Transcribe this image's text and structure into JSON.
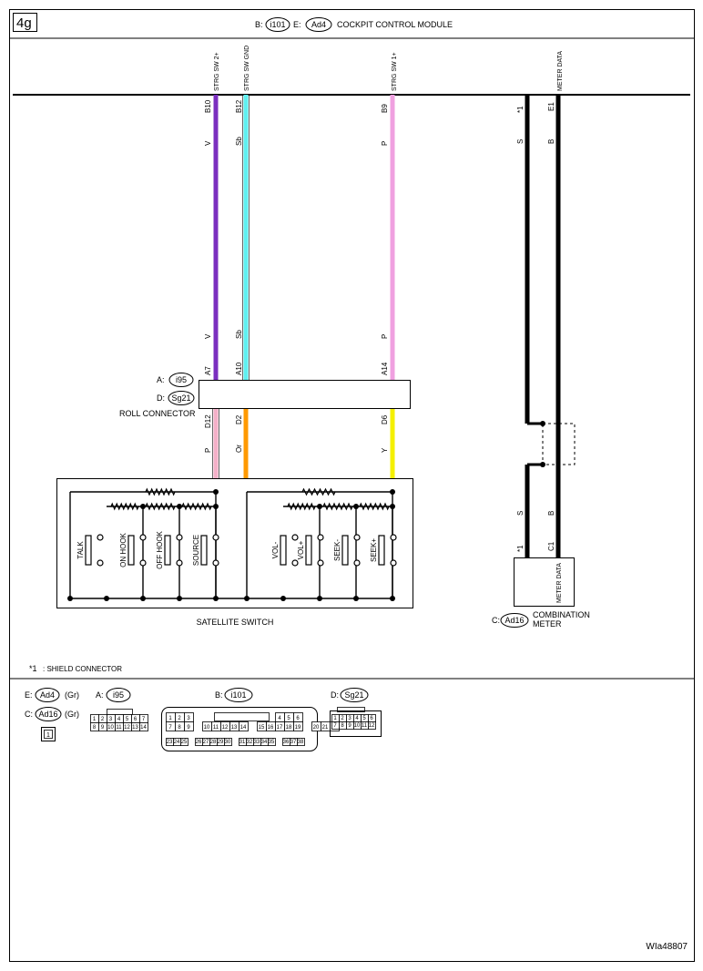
{
  "page": {
    "section": "4g",
    "figure_id": "WIa48807"
  },
  "module": {
    "prefix_b": "B:",
    "badge_b": "i101",
    "prefix_e": "E:",
    "badge_e": "Ad4",
    "name": "COCKPIT CONTROL MODULE"
  },
  "signals": {
    "strg_sw_2": "STRG SW 2+",
    "strg_sw_gnd": "STRG SW GND",
    "strg_sw_1": "STRG SW 1+",
    "meter_data": "METER DATA"
  },
  "wires": {
    "w1": {
      "pin_top": "B10",
      "color_top": "V",
      "color_mid": "V",
      "pin_roll_top": "A7",
      "pin_roll_bottom": "D12",
      "color_bottom": "P"
    },
    "w2": {
      "pin_top": "B12",
      "color_top": "Sb",
      "color_mid": "Sb",
      "pin_roll_top": "A10",
      "pin_roll_bottom": "D2",
      "color_bottom": "Or"
    },
    "w3": {
      "pin_top": "B9",
      "color_top": "P",
      "color_mid": "P",
      "pin_roll_top": "A14",
      "pin_roll_bottom": "D6",
      "color_bottom": "Y"
    },
    "shield": {
      "pin_top": "*1",
      "color_top": "S",
      "color_bottom": "S",
      "pin_bottom": "*1"
    },
    "meter": {
      "pin_top": "E1",
      "color_top": "B",
      "color_bottom": "B",
      "pin_bottom": "C1"
    }
  },
  "roll_connector": {
    "prefix_a": "A:",
    "badge_a": "i95",
    "prefix_d": "D:",
    "badge_d": "Sg21",
    "name": "ROLL CONNECTOR"
  },
  "satellite_switch": {
    "name": "SATELLITE SWITCH",
    "switches": [
      "TALK",
      "ON HOOK",
      "OFF HOOK",
      "SOURCE",
      "VOL-",
      "VOL+",
      "SEEK-",
      "SEEK+"
    ]
  },
  "combination_meter": {
    "prefix": "C:",
    "badge": "Ad16",
    "line1": "COMBINATION",
    "line2": "METER",
    "internal": "METER DATA"
  },
  "legend": {
    "symbol": "*1",
    "text": ": SHIELD CONNECTOR"
  },
  "connectors": {
    "e_prefix": "E:",
    "e_badge": "Ad4",
    "e_color": "(Gr)",
    "c_prefix": "C:",
    "c_badge": "Ad16",
    "c_color": "(Gr)",
    "c_pin": "1",
    "a_prefix": "A:",
    "a_badge": "i95",
    "a_pins": [
      "1",
      "2",
      "3",
      "4",
      "5",
      "6",
      "7",
      "8",
      "9",
      "10",
      "11",
      "12",
      "13",
      "14"
    ],
    "b_prefix": "B:",
    "b_badge": "i101",
    "b_pins": [
      "1",
      "2",
      "3",
      "4",
      "5",
      "6",
      "7",
      "8",
      "9",
      "10",
      "11",
      "12",
      "13",
      "14",
      "15",
      "16",
      "17",
      "18",
      "19",
      "20",
      "21",
      "22",
      "23",
      "24",
      "25",
      "26",
      "27",
      "28",
      "29",
      "30",
      "31",
      "32",
      "33",
      "34",
      "35",
      "36",
      "37",
      "38"
    ],
    "d_prefix": "D:",
    "d_badge": "Sg21",
    "d_pins": [
      "1",
      "2",
      "3",
      "4",
      "5",
      "6",
      "7",
      "8",
      "9",
      "10",
      "11",
      "12"
    ]
  },
  "colors": {
    "violet": "#7b2fbf",
    "sky_blue": "#5ff0f0",
    "pink": "#f0a0e0",
    "light_pink": "#f4b0c8",
    "orange": "#ff9900",
    "yellow": "#f4f000",
    "black": "#000000"
  }
}
